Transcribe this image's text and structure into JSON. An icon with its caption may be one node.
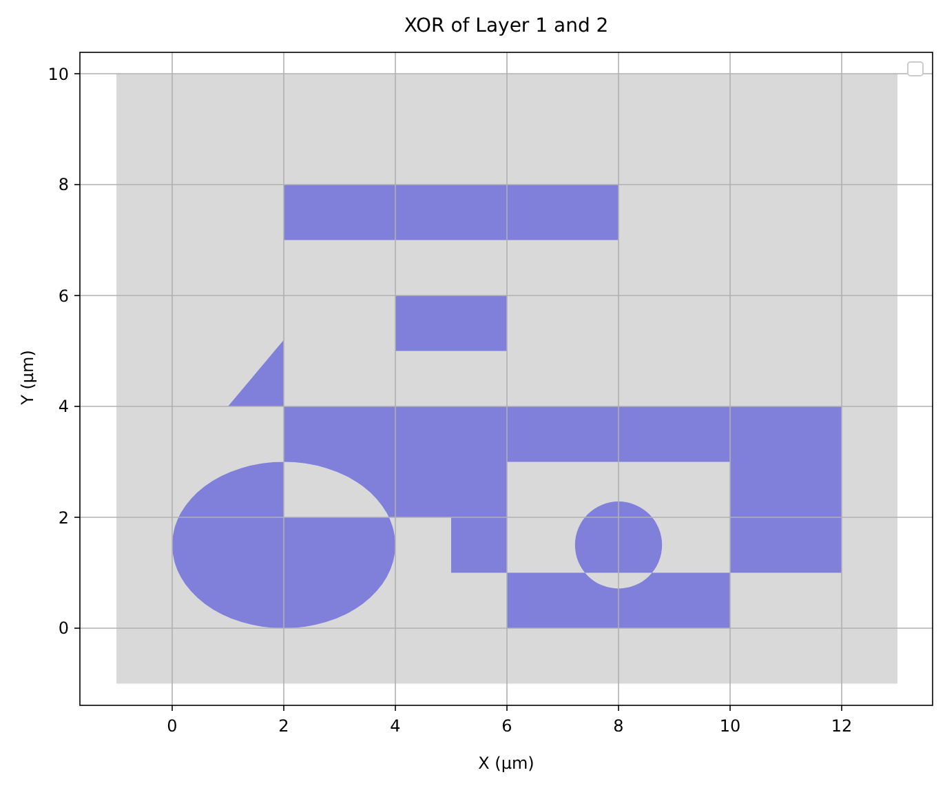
{
  "diagram": {
    "title": "XOR of Layer 1 and 2",
    "labels": [
      "10",
      "8",
      "6",
      "4",
      "2",
      "0",
      "0",
      "2",
      "4",
      "6",
      "8",
      "10",
      "12",
      "X (µm)",
      "Y (µm)"
    ]
  }
}
